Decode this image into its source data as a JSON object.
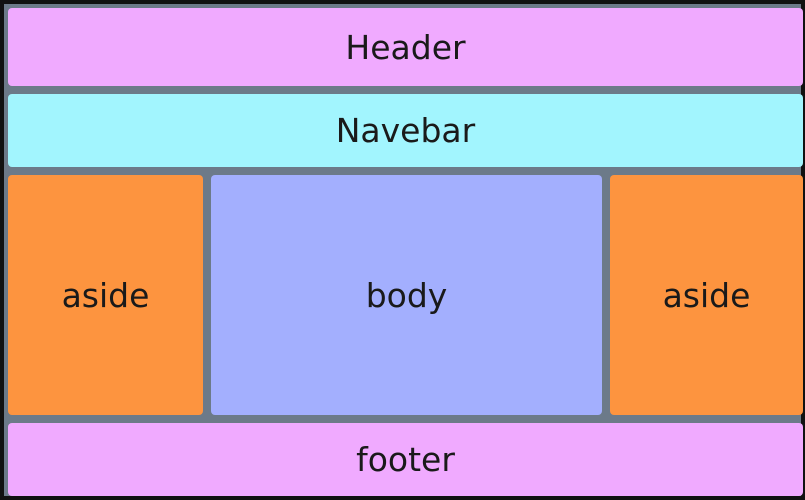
{
  "layout": {
    "header": {
      "label": "Header"
    },
    "navbar": {
      "label": "Navebar"
    },
    "aside_left": {
      "label": "aside"
    },
    "body": {
      "label": "body"
    },
    "aside_right": {
      "label": "aside"
    },
    "footer": {
      "label": "footer"
    }
  },
  "colors": {
    "header_footer": "#f0aaff",
    "navbar": "#a2f5fe",
    "aside": "#fd943f",
    "body": "#a3affe",
    "gap": "#6c7a89",
    "border": "#111111"
  }
}
